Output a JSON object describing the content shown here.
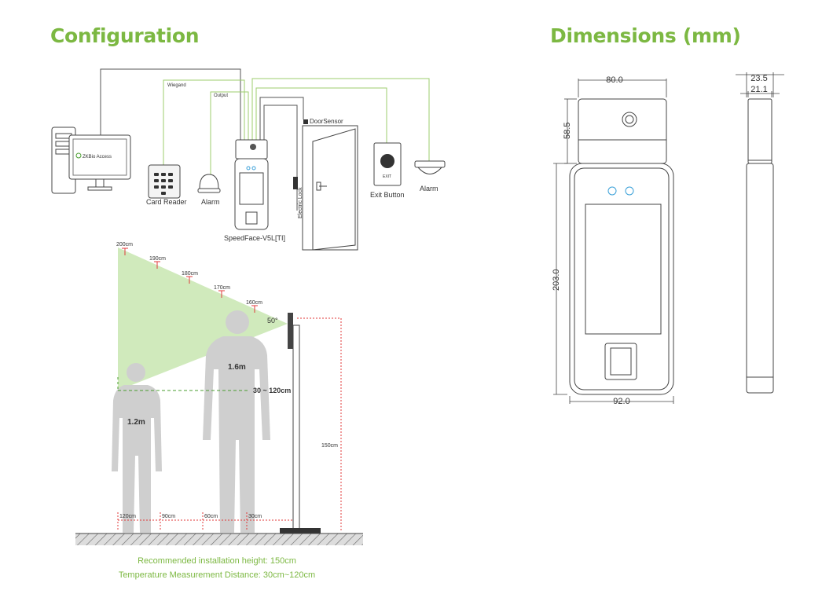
{
  "titles": {
    "configuration": "Configuration",
    "dimensions": "Dimensions (mm)"
  },
  "configuration": {
    "wiring_labels": {
      "wiegand": "Wiegand",
      "output": "Output",
      "door_sensor": "DoorSensor",
      "electric_lock": "Electric Lock"
    },
    "devices": {
      "pc_software": "ZKBio Access",
      "card_reader": "Card Reader",
      "alarm_siren": "Alarm",
      "terminal": "SpeedFace-V5L[TI]",
      "exit_button": "Exit Button",
      "exit_button_text": "EXIT",
      "alarm_detector": "Alarm"
    }
  },
  "installation": {
    "heights": [
      "200cm",
      "190cm",
      "180cm",
      "170cm",
      "160cm"
    ],
    "angle": "50°",
    "person_short": "1.2m",
    "person_tall": "1.6m",
    "range": "30 ~ 120cm",
    "mount_height": "150cm",
    "distances": [
      "120cm",
      "90cm",
      "60cm",
      "30cm"
    ],
    "caption_height": "Recommended installation height: 150cm",
    "caption_distance": "Temperature Measurement Distance: 30cm~120cm"
  },
  "dimensions": {
    "top_width": "80.0",
    "camera_height": "58.5",
    "body_height": "203.0",
    "bottom_width": "92.0",
    "side_depth": "23.5",
    "side_depth_inner": "21.1"
  },
  "colors": {
    "accent": "#7cb842",
    "line": "#555555",
    "wire": "#9ccc6e",
    "cone": "#c8e6b0",
    "red": "#e03a3a",
    "silhouette": "#cfcfcf"
  }
}
